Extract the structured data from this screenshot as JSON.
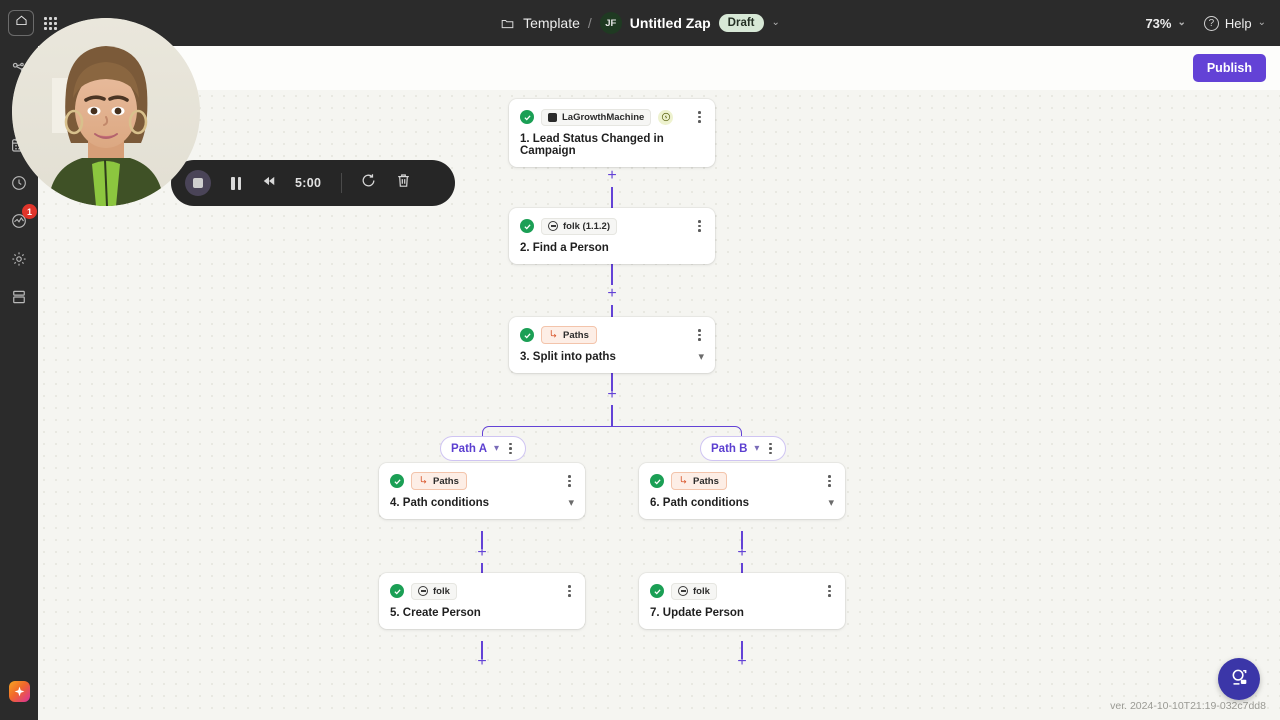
{
  "topbar": {
    "home_icon": "home-icon",
    "apps_icon": "apps-grid-icon",
    "folder_icon": "folder-icon",
    "breadcrumb_root": "Template",
    "breadcrumb_separator": "/",
    "owner_initials": "JF",
    "zap_title": "Untitled Zap",
    "status_badge": "Draft",
    "title_caret": "⌄",
    "zoom_level": "73%",
    "zoom_caret": "⌄",
    "help_label": "Help",
    "help_caret": "⌄",
    "help_icon": "question-circle-icon",
    "bg_color": "#2b2b2b"
  },
  "subheader": {
    "publish_label": "Publish",
    "publish_color": "#6342d6"
  },
  "rail": {
    "items": [
      {
        "name": "zaps-icon"
      },
      {
        "name": "tables-icon"
      },
      {
        "name": "calendar-icon"
      },
      {
        "name": "history-icon"
      },
      {
        "name": "activity-icon",
        "badge": "1"
      },
      {
        "name": "settings-gear-icon"
      },
      {
        "name": "storage-icon"
      }
    ],
    "badge_color": "#e0352b",
    "ai_icon": "ai-sparkle-icon"
  },
  "recorder": {
    "stop_icon": "stop-recording-icon",
    "pause_icon": "pause-icon",
    "rewind_icon": "rewind-icon",
    "time": "5:00",
    "restart_icon": "restart-icon",
    "delete_icon": "trash-icon"
  },
  "webcam": {
    "label": "webcam-bubble"
  },
  "canvas": {
    "background": "#f5f5f1",
    "connector_color": "#6342d6",
    "version": "ver. 2024-10-10T21:19-032c7dd8",
    "plus_glyph": "+",
    "nodes": [
      {
        "id": "node-1",
        "title": "1. Lead Status Changed in Campaign",
        "app": "LaGrowthMachine",
        "app_icon": "lagrowthmachine-icon",
        "status": "valid",
        "trigger_badge": "instant-trigger-bolt-icon",
        "has_caret": false
      },
      {
        "id": "node-2",
        "title": "2. Find a Person",
        "app": "folk (1.1.2)",
        "app_icon": "folk-icon",
        "status": "valid",
        "has_caret": false
      },
      {
        "id": "node-3",
        "title": "3. Split into paths",
        "app": "Paths",
        "app_icon": "paths-icon",
        "status": "valid",
        "has_caret": true
      },
      {
        "id": "node-4",
        "title": "4. Path conditions",
        "app": "Paths",
        "app_icon": "paths-icon",
        "status": "valid",
        "has_caret": true
      },
      {
        "id": "node-5",
        "title": "5. Create Person",
        "app": "folk",
        "app_icon": "folk-icon",
        "status": "valid",
        "has_caret": false
      },
      {
        "id": "node-6",
        "title": "6. Path conditions",
        "app": "Paths",
        "app_icon": "paths-icon",
        "status": "valid",
        "has_caret": true
      },
      {
        "id": "node-7",
        "title": "7. Update Person",
        "app": "folk",
        "app_icon": "folk-icon",
        "status": "valid",
        "has_caret": false
      }
    ],
    "paths": [
      {
        "label": "Path A",
        "caret": "⌄"
      },
      {
        "label": "Path B",
        "caret": "⌄"
      }
    ]
  },
  "fab": {
    "icon": "support-chat-icon",
    "color": "#3b36a8"
  }
}
